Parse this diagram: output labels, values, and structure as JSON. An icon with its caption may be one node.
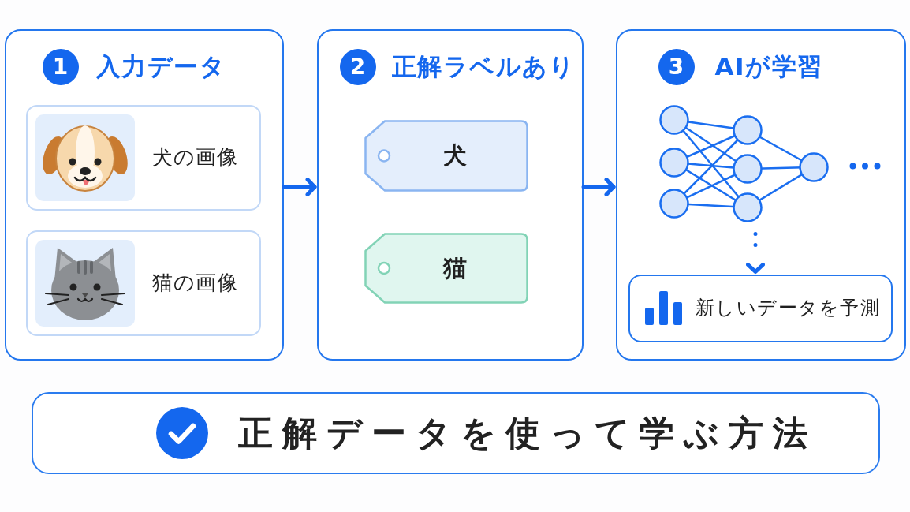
{
  "diagram": {
    "nodes": [
      {
        "text": [
          "1",
          "入力データ"
        ]
      },
      {
        "text": [
          "犬の画像"
        ],
        "in": 0
      },
      {
        "text": [
          "猫の画像"
        ],
        "in": 0
      },
      {
        "text": [
          "2",
          "正解ラベルあり"
        ]
      },
      {
        "text": [
          "犬"
        ],
        "in": 3
      },
      {
        "text": [
          "猫"
        ],
        "in": 3
      },
      {
        "text": [
          "3",
          "AIが学習"
        ]
      },
      {
        "text": [],
        "shape": "picture",
        "in": 6
      },
      {
        "text": [
          "新しいデータを予測"
        ],
        "in": 6
      },
      {
        "text": [
          "正解データを使って学ぶ方法"
        ]
      }
    ],
    "edges": [
      {
        "from": 0,
        "to": 3,
        "arrow": "to"
      },
      {
        "from": 3,
        "to": 6,
        "arrow": "to"
      },
      {
        "from": 7,
        "to": 8,
        "arrow": "to",
        "style": "dashed"
      }
    ]
  }
}
